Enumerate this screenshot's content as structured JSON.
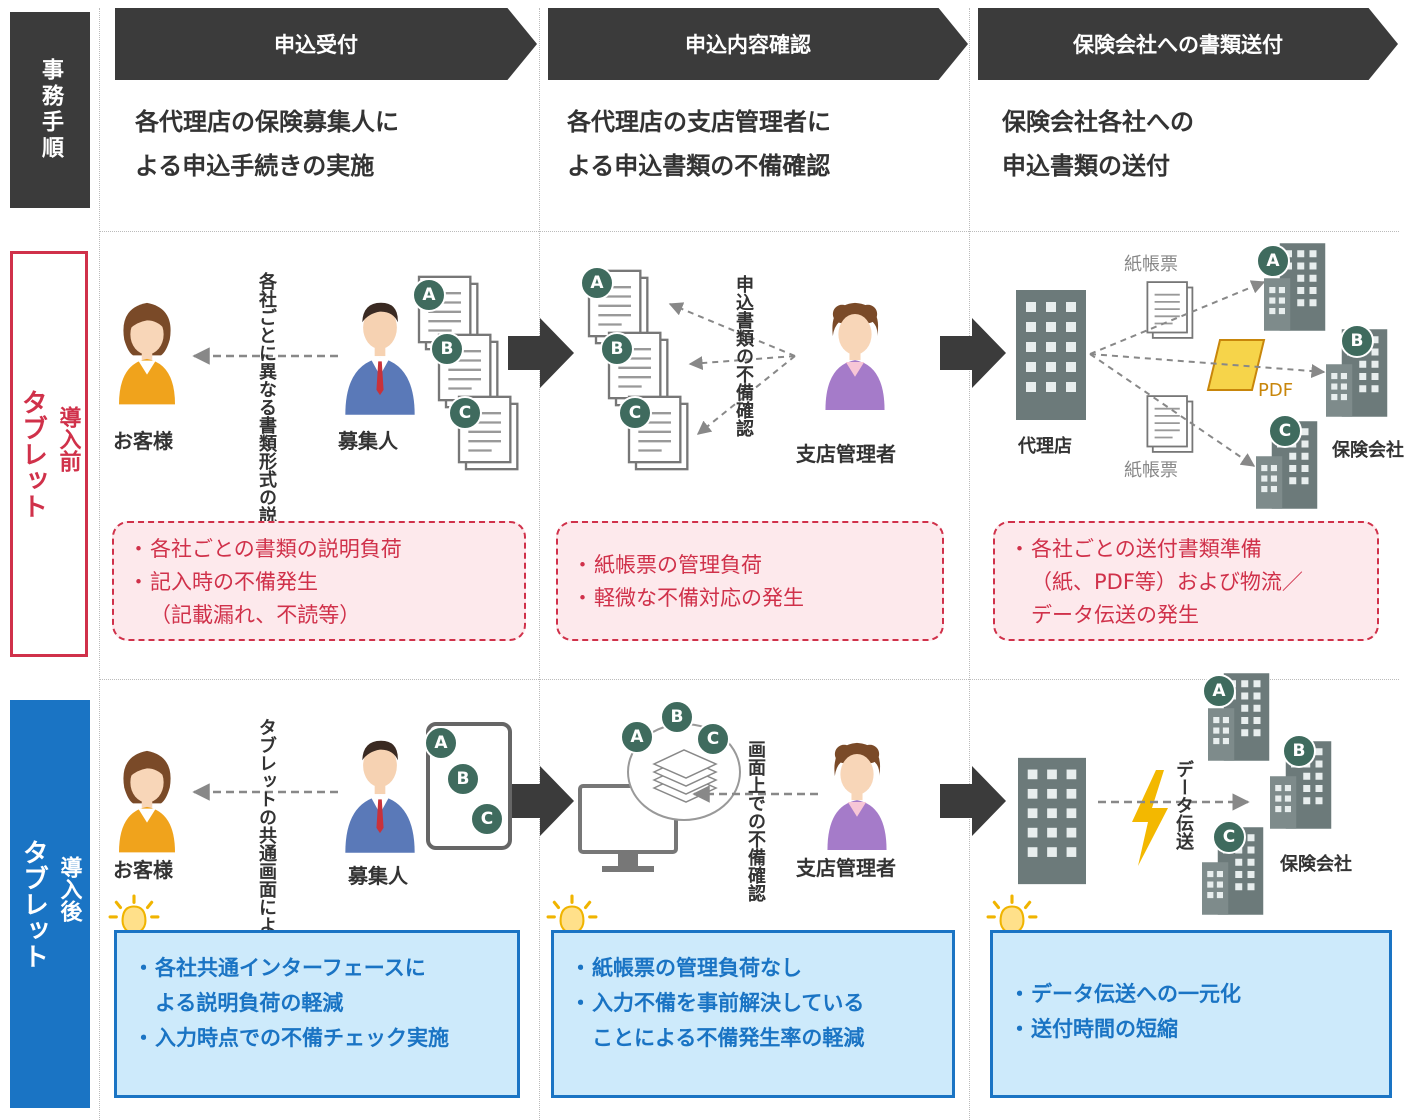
{
  "row_labels": {
    "process": "事務手順",
    "before_line1": "タブレット",
    "before_line2": "導入前",
    "after_line1": "タブレット",
    "after_line2": "導入後"
  },
  "steps": [
    {
      "title": "申込受付",
      "desc": "各代理店の保険募集人に\nよる申込手続きの実施"
    },
    {
      "title": "申込内容確認",
      "desc": "各代理店の支店管理者に\nよる申込書類の不備確認"
    },
    {
      "title": "保険会社への書類送付",
      "desc": "保険会社各社への\n申込書類の送付"
    }
  ],
  "before": {
    "col1": {
      "customer": "お客様",
      "agent": "募集人",
      "vertical_note": "各社ごとに異なる書類形式の説明",
      "badges": [
        "A",
        "B",
        "C"
      ],
      "issues": [
        "各社ごとの書類の説明負荷",
        "記入時の不備発生\n（記載漏れ、不読等）"
      ]
    },
    "col2": {
      "manager": "支店管理者",
      "vertical_note": "申込書類の不備確認",
      "badges": [
        "A",
        "B",
        "C"
      ],
      "issues": [
        "紙帳票の管理負荷",
        "軽微な不備対応の発生"
      ]
    },
    "col3": {
      "agency": "代理店",
      "paper1": "紙帳票",
      "paper2": "紙帳票",
      "pdf": "PDF",
      "insurer": "保険会社",
      "badges": [
        "A",
        "B",
        "C"
      ],
      "issues": [
        "各社ごとの送付書類準備\n（紙、PDF等）および物流／\nデータ伝送の発生"
      ]
    }
  },
  "after": {
    "col1": {
      "customer": "お客様",
      "agent": "募集人",
      "vertical_note": "タブレットの共通画面による説明",
      "badges": [
        "A",
        "B",
        "C"
      ],
      "benefits": [
        "各社共通インターフェースに\nよる説明負荷の軽減",
        "入力時点での不備チェック実施"
      ]
    },
    "col2": {
      "manager": "支店管理者",
      "vertical_note": "画面上での不備確認",
      "badges": [
        "A",
        "B",
        "C"
      ],
      "benefits": [
        "紙帳票の管理負荷なし",
        "入力不備を事前解決している\nことによる不備発生率の軽減"
      ]
    },
    "col3": {
      "insurer": "保険会社",
      "vertical_note": "データ伝送",
      "badges": [
        "A",
        "B",
        "C"
      ],
      "benefits": [
        "データ伝送への一元化",
        "送付時間の短縮"
      ]
    }
  },
  "bullet": "・",
  "colors": {
    "dark": "#3b3b3b",
    "red": "#d0314a",
    "blue": "#1a74c4",
    "badge": "#3f6b5e",
    "building": "#6c7a7a"
  }
}
